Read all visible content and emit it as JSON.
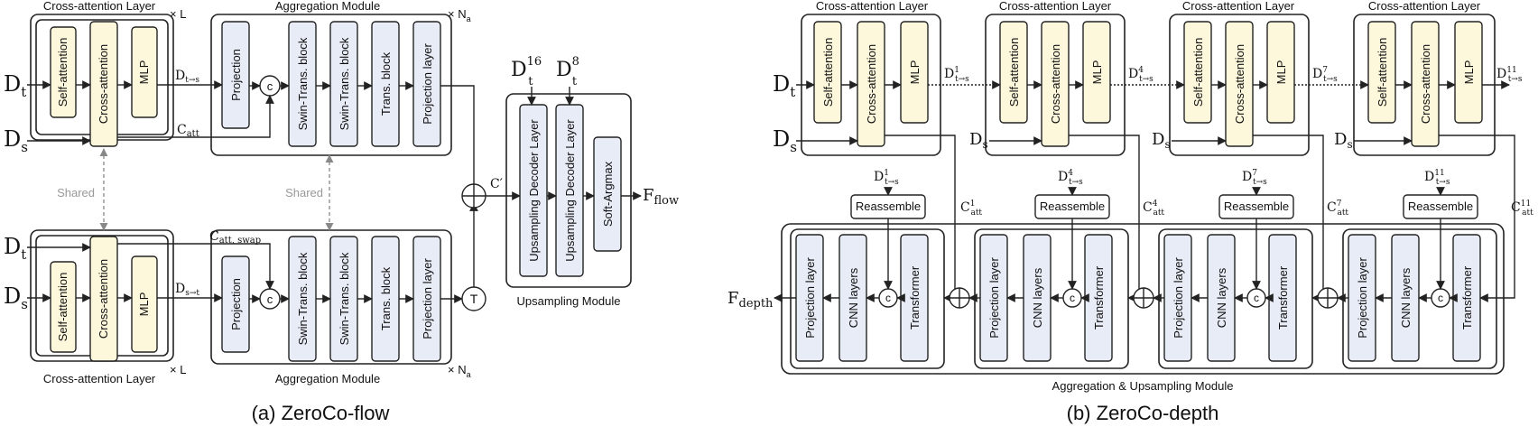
{
  "labels": {
    "cross_attention_layer": "Cross-attention Layer",
    "aggregation_module": "Aggregation Module",
    "upsampling_module": "Upsampling Module",
    "agg_upsampling_module": "Aggregation & Upsampling Module",
    "self_attention": "Self-attention",
    "cross_attention": "Cross-attention",
    "mlp": "MLP",
    "projection": "Projection",
    "swin_block": "Swin-Trans. block",
    "trans_block": "Trans. block",
    "projection_layer": "Projection layer",
    "upsampling_decoder": "Upsampling Decoder Layer",
    "soft_argmax": "Soft-Argmax",
    "reassemble": "Reassemble",
    "cnn_layers": "CNN layers",
    "transformer": "Transformer",
    "shared": "Shared",
    "concat": "c",
    "transpose": "T",
    "times_L": "× L",
    "times_Na_base": "× N",
    "Na_sub": "a"
  },
  "symbols": {
    "D": "D",
    "C": "C",
    "F": "F",
    "t": "t",
    "s": "s",
    "t_to_s": "t→s",
    "s_to_t": "s→t",
    "att": "att",
    "att_swap": "att, swap",
    "c_prime": "C′",
    "flow": "flow",
    "depth": "depth",
    "sup16": "16",
    "sup8": "8",
    "sup1": "1",
    "sup4": "4",
    "sup7": "7",
    "sup11": "11"
  },
  "captions": {
    "a": "(a) ZeroCo-flow",
    "b": "(b) ZeroCo-depth"
  }
}
